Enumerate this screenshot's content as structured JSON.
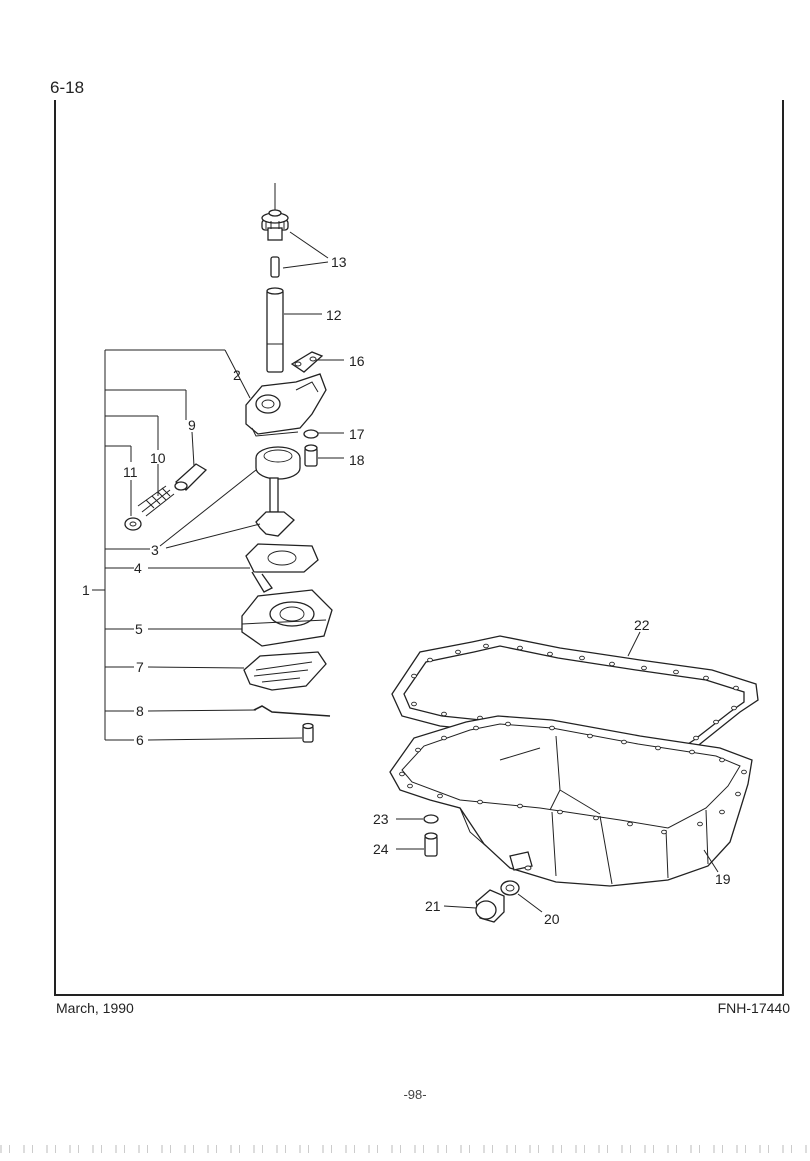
{
  "header": {
    "section_number": "6-18"
  },
  "footer": {
    "date": "March, 1990",
    "code": "FNH-17440",
    "page": "-98-"
  },
  "callouts": [
    "1",
    "2",
    "3",
    "4",
    "5",
    "6",
    "7",
    "8",
    "9",
    "10",
    "11",
    "12",
    "13",
    "16",
    "17",
    "18",
    "19",
    "20",
    "21",
    "22",
    "23",
    "24"
  ]
}
